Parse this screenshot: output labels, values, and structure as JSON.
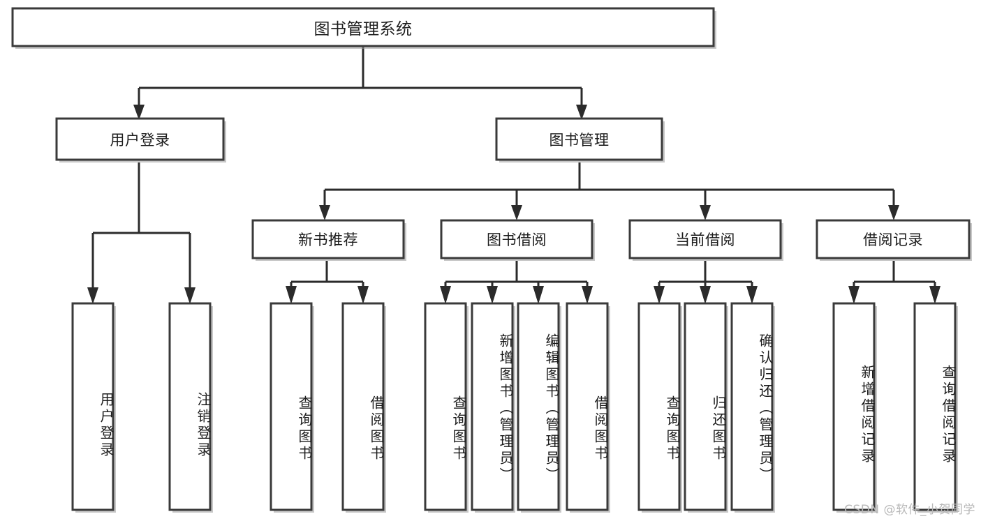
{
  "diagram": {
    "title": "图书管理系统",
    "type": "tree-hierarchy",
    "watermark": "CSDN @软件_小贺同学",
    "colors": {
      "box_stroke": "#3a3a3a",
      "box_fill": "#ffffff",
      "connector": "#2b2b2b",
      "text": "#1c1c1c",
      "watermark": "#b8b8b8",
      "background": "#ffffff"
    },
    "root": {
      "label": "图书管理系统"
    },
    "level2": [
      {
        "label": "用户登录"
      },
      {
        "label": "图书管理"
      }
    ],
    "level3": [
      {
        "label": "新书推荐"
      },
      {
        "label": "图书借阅"
      },
      {
        "label": "当前借阅"
      },
      {
        "label": "借阅记录"
      }
    ],
    "leaves": {
      "user_login": [
        {
          "label": "用户登录"
        },
        {
          "label": "注销登录"
        }
      ],
      "new_book_recommend": [
        {
          "label": "查询图书"
        },
        {
          "label": "借阅图书"
        }
      ],
      "book_borrow": [
        {
          "label": "查询图书"
        },
        {
          "label": "新增图书（管理员）"
        },
        {
          "label": "编辑图书（管理员）"
        },
        {
          "label": "借阅图书"
        }
      ],
      "current_borrow": [
        {
          "label": "查询图书"
        },
        {
          "label": "归还图书"
        },
        {
          "label": "确认归还（管理员）"
        }
      ],
      "borrow_record": [
        {
          "label": "新增借阅记录"
        },
        {
          "label": "查询借阅记录"
        }
      ]
    }
  }
}
